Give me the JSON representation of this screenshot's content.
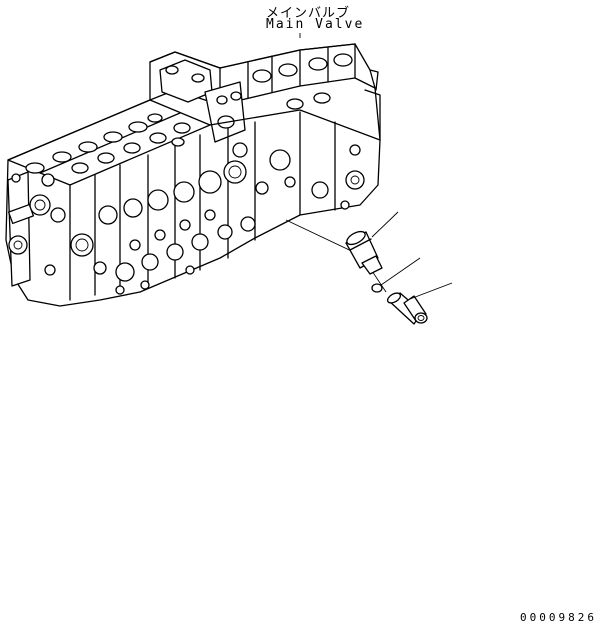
{
  "title": {
    "japanese": "メインバルブ",
    "english": "Main Valve"
  },
  "document_number": "00009826"
}
